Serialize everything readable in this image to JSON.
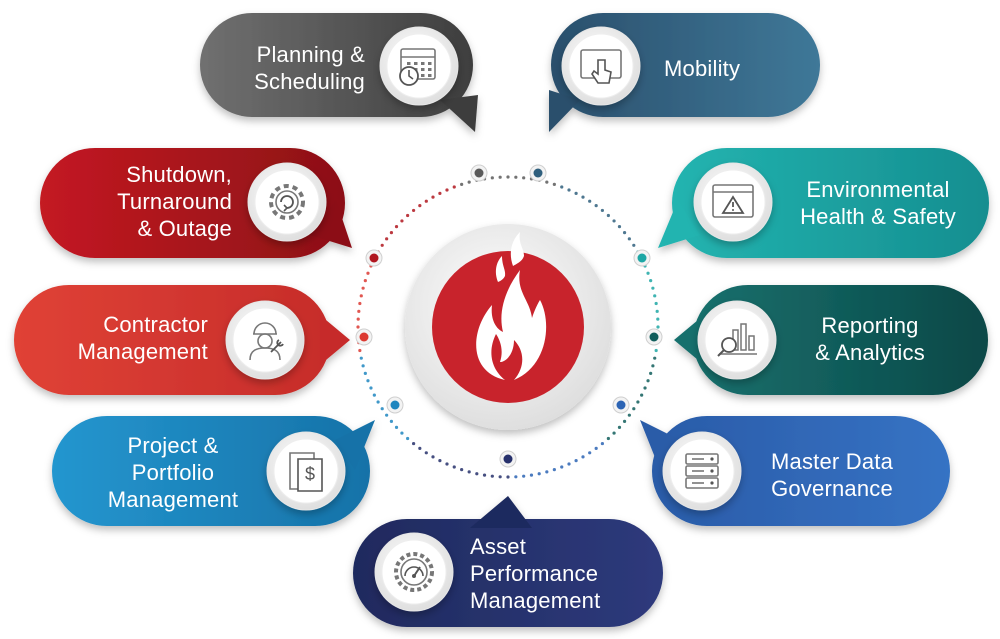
{
  "center": {
    "icon": "flame-icon",
    "color": "#c8232c"
  },
  "modules": [
    {
      "id": "planning-scheduling",
      "lines": [
        "Planning &",
        "Scheduling"
      ],
      "icon": "calendar-clock-icon",
      "color": "#5a5a5a"
    },
    {
      "id": "mobility",
      "lines": [
        "Mobility"
      ],
      "icon": "touch-tablet-icon",
      "color": "#2f5f7d"
    },
    {
      "id": "shutdown-turnaround-outage",
      "lines": [
        "Shutdown,",
        "Turnaround",
        "& Outage"
      ],
      "icon": "gear-cycle-icon",
      "color": "#b0161f"
    },
    {
      "id": "environmental-health-safety",
      "lines": [
        "Environmental",
        "Health & Safety"
      ],
      "icon": "warning-window-icon",
      "color": "#1ea7a5"
    },
    {
      "id": "contractor-management",
      "lines": [
        "Contractor",
        "Management"
      ],
      "icon": "worker-wrench-icon",
      "color": "#dc3a32"
    },
    {
      "id": "reporting-analytics",
      "lines": [
        "Reporting",
        "& Analytics"
      ],
      "icon": "chart-magnifier-icon",
      "color": "#115e5c"
    },
    {
      "id": "project-portfolio-management",
      "lines": [
        "Project &",
        "Portfolio",
        "Management"
      ],
      "icon": "invoice-dollar-icon",
      "color": "#1e86bf"
    },
    {
      "id": "master-data-governance",
      "lines": [
        "Master Data",
        "Governance"
      ],
      "icon": "server-rack-icon",
      "color": "#2c64b4"
    },
    {
      "id": "asset-performance-management",
      "lines": [
        "Asset",
        "Performance",
        "Management"
      ],
      "icon": "gauge-gear-icon",
      "color": "#26306b"
    }
  ]
}
